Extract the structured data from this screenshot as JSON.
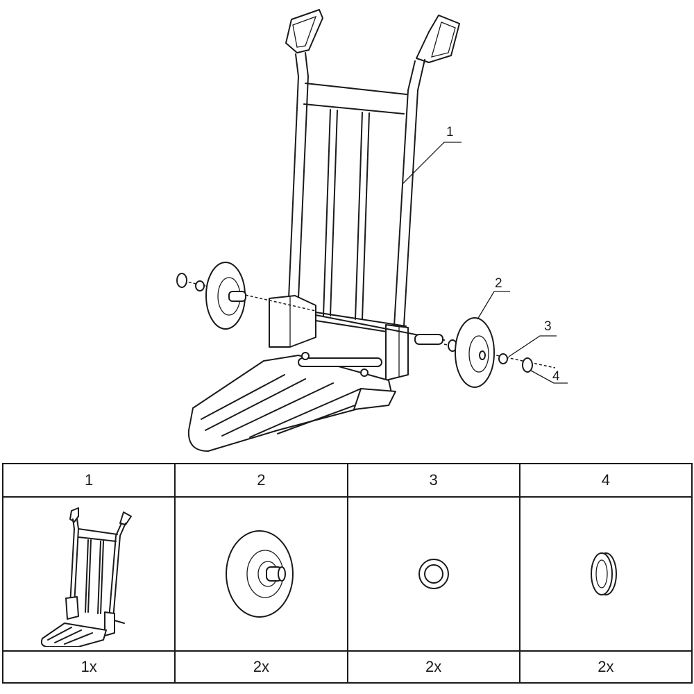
{
  "callouts": [
    "1",
    "2",
    "3",
    "4"
  ],
  "parts_table": {
    "numbers": [
      "1",
      "2",
      "3",
      "4"
    ],
    "quantities": [
      "1x",
      "2x",
      "2x",
      "2x"
    ]
  },
  "icons": {
    "part_1": "hand-truck-frame-icon",
    "part_2": "wheel-icon",
    "part_3": "washer-icon",
    "part_4": "cap-nut-icon"
  }
}
